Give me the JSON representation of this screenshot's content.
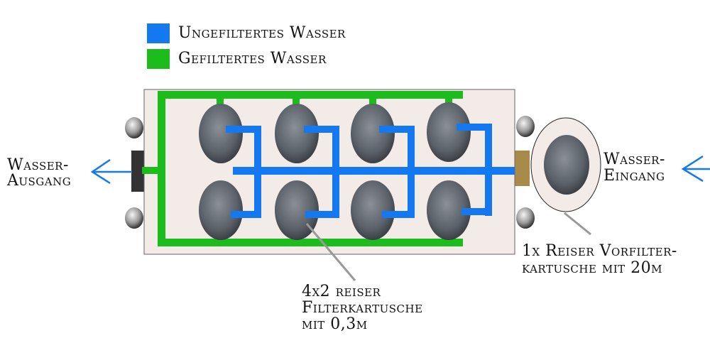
{
  "legend": [
    {
      "label": "Ungefiltertes Wasser",
      "color": "#1479f0"
    },
    {
      "label": "Gefiltertes Wasser",
      "color": "#1dbc1d"
    }
  ],
  "labels": {
    "outlet": [
      "Wasser-",
      "Ausgang"
    ],
    "inlet": [
      "Wasser-",
      "Eingang"
    ],
    "prefilter": [
      "1x Reiser Vorfilter-",
      "kartusche mit 20µ"
    ],
    "filters": [
      "4x2 reiser",
      "Filterkartusche",
      "mit 0,3µ"
    ]
  },
  "colors": {
    "unfiltered": "#1479f0",
    "filtered": "#1dbc1d",
    "housing": "#f3ebe8"
  }
}
